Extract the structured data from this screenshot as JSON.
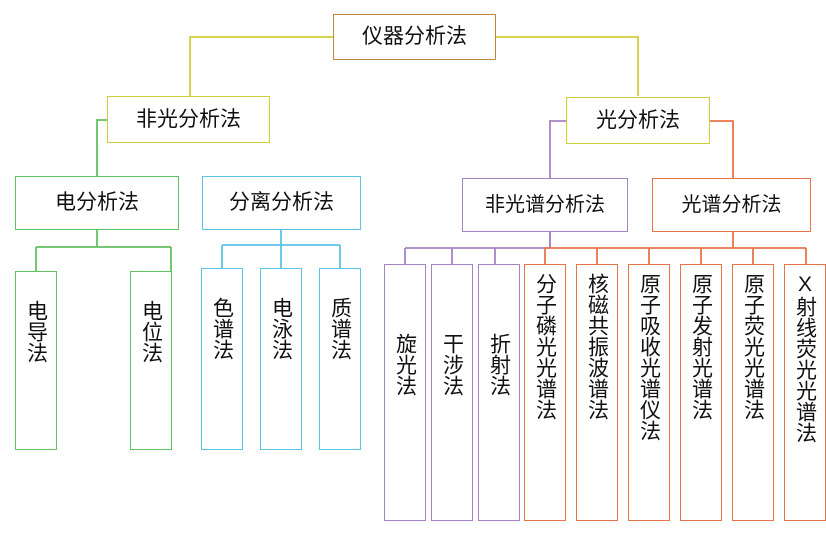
{
  "diagram": {
    "title": "仪器分析法",
    "type": "tree",
    "palette": {
      "root": "#c08a42",
      "level2": "#cfcf3a",
      "electro": "#62c162",
      "separation": "#5bc3e6",
      "nonspectral": "#a684c4",
      "spectral": "#e8744a",
      "text": "#111111",
      "background": "#ffffff"
    },
    "nodes": {
      "root": {
        "label": "仪器分析法"
      },
      "l2": [
        {
          "id": "nonoptical",
          "label": "非光分析法"
        },
        {
          "id": "optical",
          "label": "光分析法"
        }
      ],
      "l3": [
        {
          "id": "electro",
          "label": "电分析法"
        },
        {
          "id": "separation",
          "label": "分离分析法"
        },
        {
          "id": "nonspectral",
          "label": "非光谱分析法"
        },
        {
          "id": "spectral",
          "label": "光谱分析法"
        }
      ],
      "leaves_electro": [
        {
          "label": "电导法"
        },
        {
          "label": "电位法"
        }
      ],
      "leaves_separation": [
        {
          "label": "色谱法"
        },
        {
          "label": "电泳法"
        },
        {
          "label": "质谱法"
        }
      ],
      "leaves_nonspectral": [
        {
          "label": "旋光法"
        },
        {
          "label": "干涉法"
        },
        {
          "label": "折射法"
        }
      ],
      "leaves_spectral": [
        {
          "label": "分子磷光光谱法"
        },
        {
          "label": "核磁共振波谱法"
        },
        {
          "label": "原子吸收光谱仪法"
        },
        {
          "label": "原子发射光谱法"
        },
        {
          "label": "原子荧光光谱法"
        },
        {
          "label": "X射线荧光光谱法"
        }
      ]
    }
  }
}
